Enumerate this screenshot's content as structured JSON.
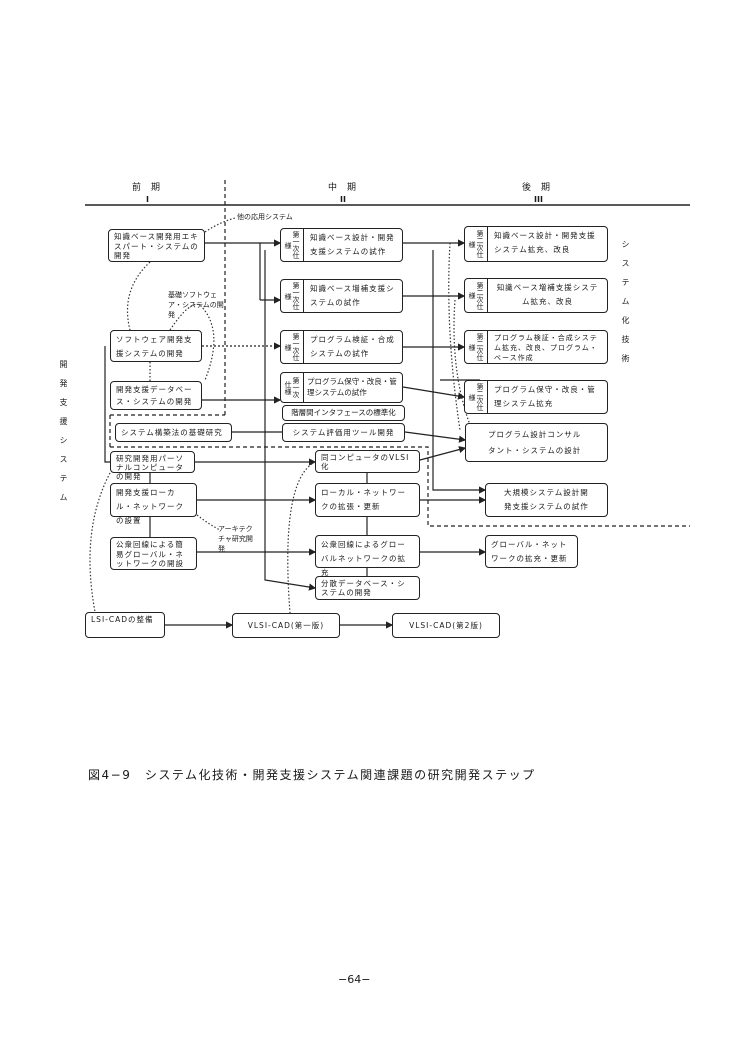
{
  "header": {
    "periods": [
      {
        "label": "前期",
        "numeral": "I"
      },
      {
        "label": "中期",
        "numeral": "II"
      },
      {
        "label": "後期",
        "numeral": "III"
      }
    ]
  },
  "side_labels": {
    "left": "開発支援システム",
    "right": "システム化技術"
  },
  "annotations": {
    "other_apps": "他の応用システム",
    "basic_software": "基礎ソフトウェア・システムの開発",
    "architecture": "アーキテクチャ研究開発"
  },
  "spec_tags": {
    "first": "第一次仕様",
    "second": "第二次仕様"
  },
  "phase1": {
    "expert_system": "知識ベース開発用エキスパート・システムの開発",
    "software_dev": "ソフトウェア開発支援システムの開発",
    "database": "開発支援データベース・システムの開発",
    "construction_research": "システム構築法の基礎研究",
    "personal_computer": "研究開発用パーソナルコンピュータの開発",
    "local_network": "開発支援ローカル・ネットワークの設置",
    "global_network": "公衆回線による簡易グローバル・ネットワークの開設",
    "lsi_cad": "LSI-CADの整備"
  },
  "phase2": {
    "kb_design": "知識ベース設計・開発支援システムの試作",
    "kb_augment": "知識ベース増補支援システムの試作",
    "program_verify": "プログラム検証・合成システムの試作",
    "program_maintain": "プログラム保守・改良・管理システムの試作",
    "interface_std": "階層間インタフェースの標準化",
    "eval_tools": "システム評価用ツール開発",
    "vlsi": "同コンピュータのVLSI化",
    "local_network": "ローカル・ネットワークの拡張・更新",
    "global_network": "公衆回線によるグローバルネットワークの拡充",
    "distributed_db": "分散データベース・システムの開発",
    "vlsi_cad1": "VLSI-CAD(第一版)"
  },
  "phase3": {
    "kb_design": "知識ベース設計・開発支援システム拡充、改良",
    "kb_augment": "知識ベース増補支援システム拡充、改良",
    "program_verify": "プログラム検証・合成システム拡充、改良、プログラム・ベース作成",
    "program_maintain": "プログラム保守・改良・管理システム拡充",
    "consultant": "プログラム設計コンサルタント・システムの設計",
    "large_scale": "大規模システム設計開発支援システムの試作",
    "global_network": "グローバル・ネットワークの拡充・更新",
    "vlsi_cad2": "VLSI-CAD(第2版)"
  },
  "caption": "図4−9　システム化技術・開発支援システム関連課題の研究開発ステップ",
  "page_number": "−64−"
}
